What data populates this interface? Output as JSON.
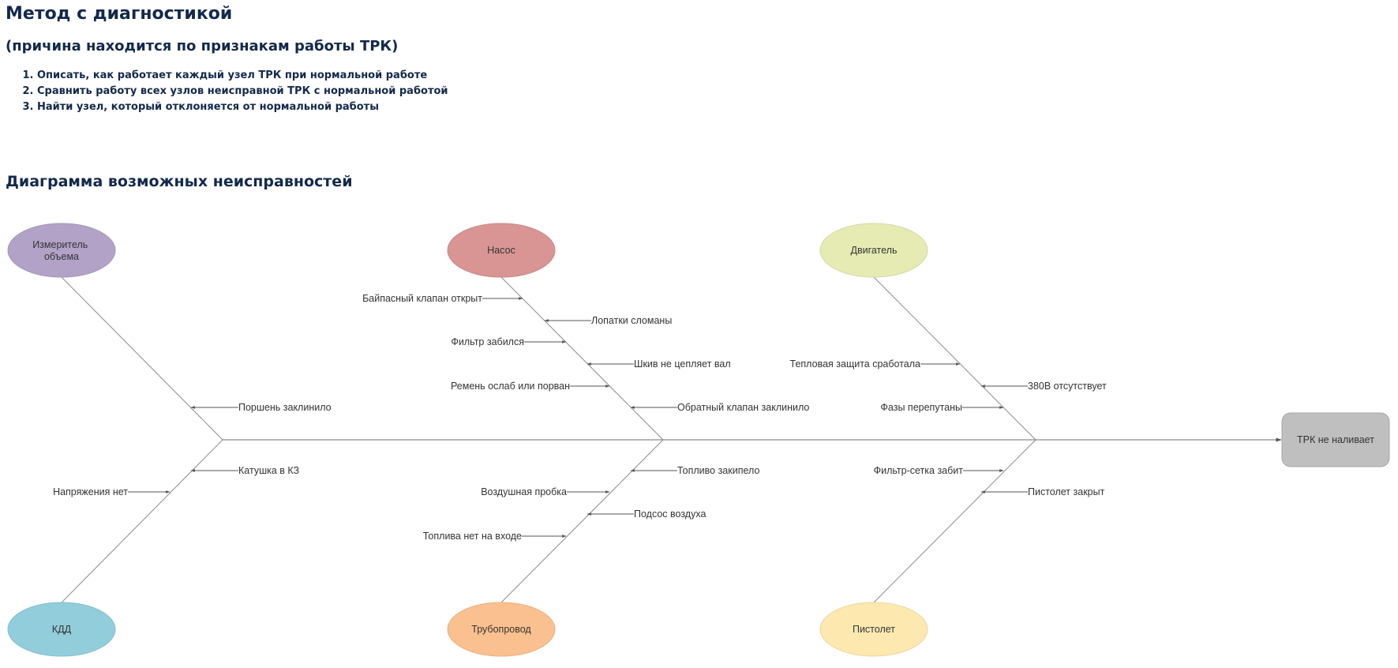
{
  "header": {
    "title": "Метод с диагностикой",
    "subtitle": "(причина находится по признакам работы ТРК)",
    "steps": [
      "Описать, как работает каждый узел ТРК при нормальной работе",
      "Сравнить работу всех узлов неисправной ТРК с нормальной работой",
      "Найти узел, который отклоняется от нормальной работы"
    ]
  },
  "diagram": {
    "title": "Диаграмма возможных неисправностей",
    "effect": "ТРК не наливает",
    "categories": {
      "meter": {
        "label": "Измеритель объема",
        "lines": [
          "Измеритель",
          "объема"
        ],
        "color": "#b3a2c7"
      },
      "pump": {
        "label": "Насос",
        "color": "#d99594"
      },
      "motor": {
        "label": "Двигатель",
        "color": "#e6ebb4"
      },
      "kdd": {
        "label": "КДД",
        "color": "#92cddc"
      },
      "pipeline": {
        "label": "Трубопровод",
        "color": "#fac08f"
      },
      "gun": {
        "label": "Пистолет",
        "color": "#fde9b0"
      }
    },
    "causes": {
      "pump": [
        "Байпасный клапан открыт",
        "Лопатки сломаны",
        "Фильтр забился",
        "Шкив не цепляет вал",
        "Ремень ослаб или порван",
        "Обратный клапан заклинило"
      ],
      "meter": [
        "Поршень заклинило"
      ],
      "motor": [
        "Тепловая защита сработала",
        "380В отсутствует",
        "Фазы перепутаны"
      ],
      "kdd": [
        "Катушка в КЗ",
        "Напряжения нет"
      ],
      "pipeline": [
        "Топливо закипело",
        "Воздушная пробка",
        "Подсос воздуха",
        "Топлива нет на входе"
      ],
      "gun": [
        "Фильтр-сетка забит",
        "Пистолет закрыт"
      ]
    },
    "colors": {
      "heading": "#13294b",
      "line": "#8c8c8c",
      "arrow": "#555555",
      "effect_fill": "#bfbfbf",
      "effect_stroke": "#a6a6a6"
    }
  }
}
